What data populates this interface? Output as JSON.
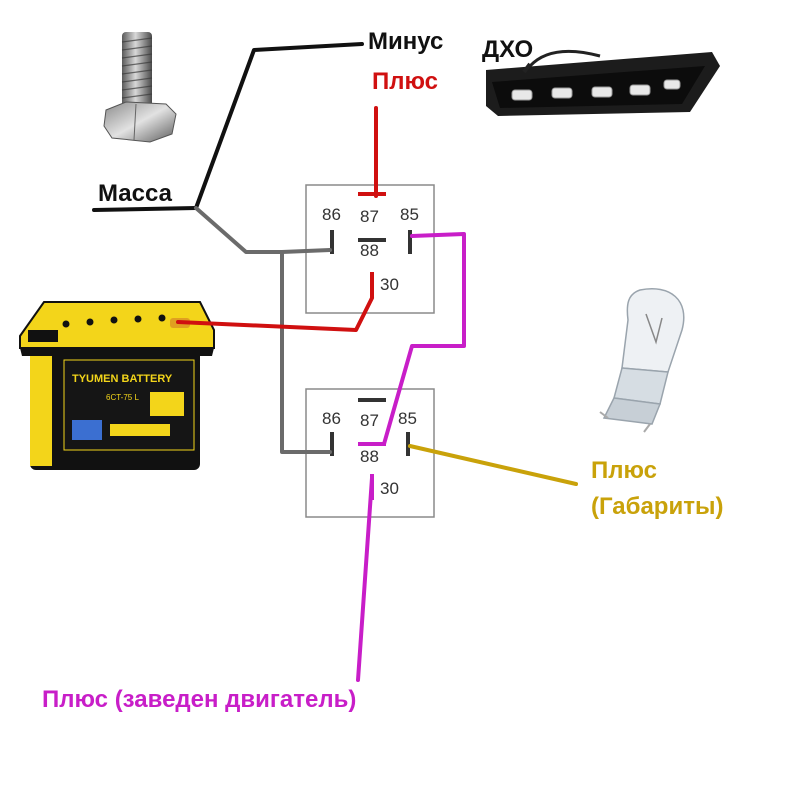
{
  "labels": {
    "minus": "Минус",
    "plus_top": "Плюс",
    "dho": "ДХО",
    "massa": "Масса",
    "plus_gabarity_1": "Плюс",
    "plus_gabarity_2": "(Габариты)",
    "plus_engine": "Плюс (заведен двигатель)"
  },
  "relay_top": {
    "pin_86": "86",
    "pin_87": "87",
    "pin_85": "85",
    "pin_88": "88",
    "pin_30": "30"
  },
  "relay_bottom": {
    "pin_86": "86",
    "pin_87": "87",
    "pin_85": "85",
    "pin_88": "88",
    "pin_30": "30"
  },
  "battery": {
    "brand_text": "TYUMEN BATTERY",
    "model_text": "6CT-75 L"
  },
  "wire_colors": {
    "ground": "#111111",
    "ground_relay": "#6b6b6b",
    "power": "#d01010",
    "engine_on": "#c81ec8",
    "gabarity": "#c9a20a"
  },
  "label_colors": {
    "default": "#111111",
    "plus_top": "#d01010",
    "gabarity": "#c9a20a",
    "engine": "#c81ec8"
  }
}
